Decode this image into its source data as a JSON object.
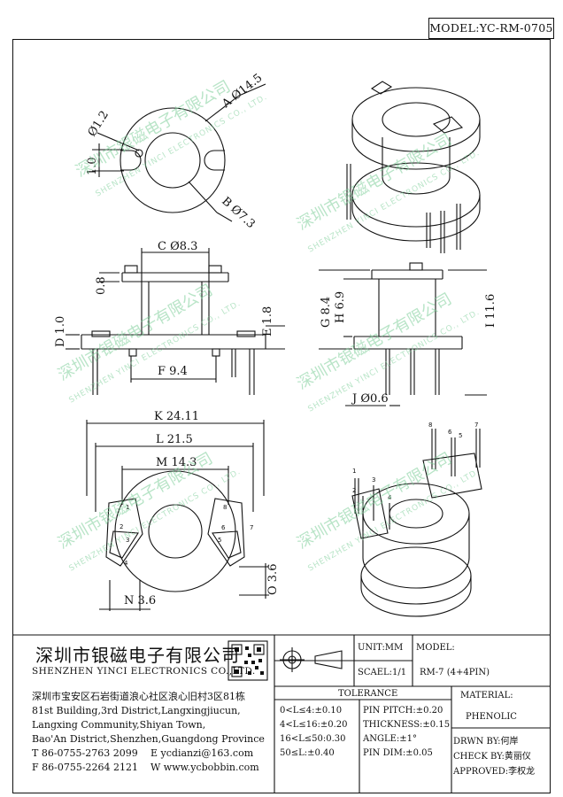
{
  "model_label": "MODEL:YC-RM-0705",
  "dimensions": {
    "A": "A Ø14.5",
    "B": "B Ø7.3",
    "hole": "Ø1.2",
    "slot": "1.0",
    "C": "C Ø8.3",
    "flange_t": "0.8",
    "D": "D 1.0",
    "E": "E 1.8",
    "F": "F 9.4",
    "G": "G 8.4",
    "H": "H 6.9",
    "I": "I 11.6",
    "J": "J Ø0.6",
    "K": "K 24.11",
    "L": "L 21.5",
    "M": "M 14.3",
    "N": "N 3.6",
    "O": "O 3.6"
  },
  "pin_numbers_top": [
    "1",
    "2",
    "3",
    "4",
    "5",
    "6",
    "7",
    "8"
  ],
  "pin_numbers_iso": [
    "1",
    "2",
    "3",
    "4",
    "5",
    "6",
    "7",
    "8"
  ],
  "watermark": {
    "cn": "深圳市银磁电子有限公司",
    "en": "SHENZHEN YINCI ELECTRONICS CO., LTD."
  },
  "company": {
    "name_cn": "深圳市银磁电子有限公司",
    "name_en": "SHENZHEN YINCI ELECTRONICS CO.,LTD.",
    "address_cn": "深圳市宝安区石岩街道浪心社区浪心旧村3区81栋",
    "address_en_1": "81st Building,3rd District,Langxingjiucun,",
    "address_en_2": "Langxing Community,Shiyan Town,",
    "address_en_3": "Bao'An District,Shenzhen,Guangdong Province",
    "tel": "T 86-0755-2763 2099",
    "fax": "F 86-0755-2264 2121",
    "email": "E ycdianzi@163.com",
    "web": "W www.ycbobbin.com"
  },
  "unit": "UNIT:MM",
  "scale": "SCAEL:1/1",
  "model_title": "MODEL:",
  "model_value": "RM-7 (4+4PIN)",
  "tolerance": {
    "title": "TOLERANCE",
    "rows": [
      "0<L≤4:±0.10",
      "4<L≤16:±0.20",
      "16<L≤50:0.30",
      "50≤L:±0.40"
    ],
    "pin_rows": [
      "PIN PITCH:±0.20",
      "THICKNESS:±0.15",
      "ANGLE:±1°",
      "PIN DIM:±0.05"
    ]
  },
  "material_title": "MATERIAL:",
  "material_value": "PHENOLIC",
  "drawn_by": "DRWN BY:何岸",
  "check_by": "CHECK BY:黄丽仪",
  "approved": "APPROVED:李权龙"
}
